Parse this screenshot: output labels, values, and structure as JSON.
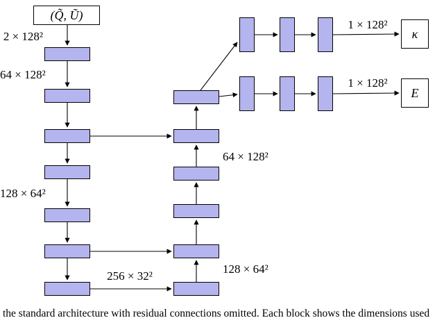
{
  "diagram": {
    "input_label": "(Q̃, Ũ)",
    "dim_labels": {
      "input": "2 × 128²",
      "enc_64_128": "64 × 128²",
      "enc_128_64": "128 × 64²",
      "enc_256_32": "256 × 32²",
      "dec_64_128": "64 × 128²",
      "dec_128_64": "128 × 64²",
      "kappa_out": "1 × 128²",
      "e_out": "1 × 128²"
    },
    "outputs": {
      "kappa": "κ",
      "e": "E"
    },
    "colors": {
      "block_fill": "#b4b4ee",
      "block_border": "#000000"
    }
  },
  "caption": {
    "text": "the standard architecture with residual connections omitted. Each block shows the dimensions used"
  }
}
